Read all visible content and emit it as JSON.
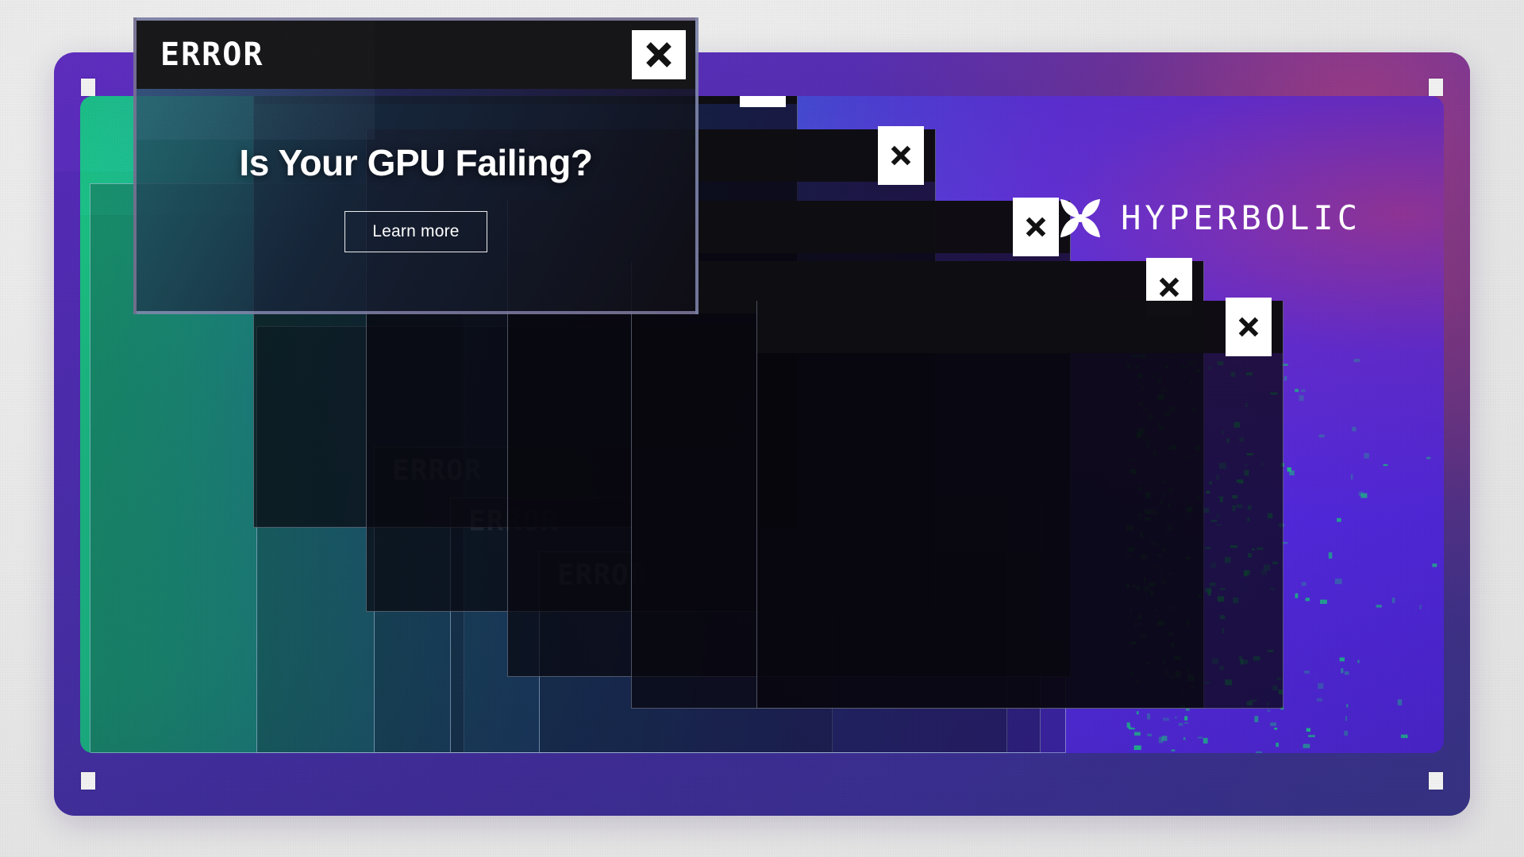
{
  "brand": {
    "name": "HYPERBOLIC",
    "logo_icon": "hyperbola-bowtie-icon",
    "accent_purple": "#5a2cf0",
    "accent_green": "#19c07f",
    "accent_teal": "#22a9a6"
  },
  "hero_dialog": {
    "title": "ERROR",
    "headline": "Is Your GPU Failing?",
    "cta_label": "Learn more",
    "close_icon": "close-x-icon"
  },
  "cascade_windows": [
    {
      "title": "",
      "close_icon": "close-x-icon"
    },
    {
      "title": "",
      "close_icon": "close-x-icon"
    },
    {
      "title": "",
      "close_icon": "close-x-icon"
    },
    {
      "title": "",
      "close_icon": "close-x-icon"
    }
  ],
  "reverse_windows": [
    {
      "title": "ERROR"
    },
    {
      "title": "ERROR"
    },
    {
      "title": ""
    },
    {
      "title": ""
    }
  ],
  "frame": {
    "screw_icon": "screw-square-icon",
    "screw_count": 4
  }
}
